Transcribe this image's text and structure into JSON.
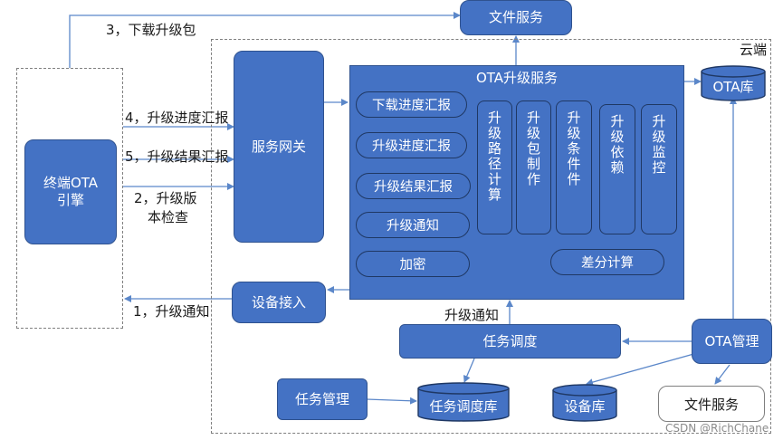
{
  "labels": {
    "file_service_top": "文件服务",
    "step3": "3，下载升级包",
    "cloud": "云端",
    "terminal_engine_line1": "终端OTA",
    "terminal_engine_line2": "引擎",
    "step4": "4，升级进度汇报",
    "step5": "5，升级结果汇报",
    "step2_line1": "2，升级版",
    "step2_line2": "本检查",
    "step1": "1，升级通知",
    "gateway": "服务网关",
    "ota_service_title": "OTA升级服务",
    "ota_db": "OTA库",
    "device_access": "设备接入",
    "upgrade_notice": "升级通知",
    "task_scheduling": "任务调度",
    "ota_management": "OTA管理",
    "task_management": "任务管理",
    "task_schedule_db": "任务调度库",
    "device_db": "设备库",
    "file_service_bottom": "文件服务"
  },
  "ota_pills": [
    "下载进度汇报",
    "升级进度汇报",
    "升级结果汇报",
    "升级通知",
    "加密",
    "差分计算"
  ],
  "ota_columns": [
    "升级路径计算",
    "升级包制作",
    "升级条件件",
    "升级依赖",
    "升级监控"
  ],
  "watermark": "CSDN @RichChane",
  "colors": {
    "box_fill": "#4472c4",
    "box_border": "#2f528f",
    "arrow": "#5b87c9"
  }
}
